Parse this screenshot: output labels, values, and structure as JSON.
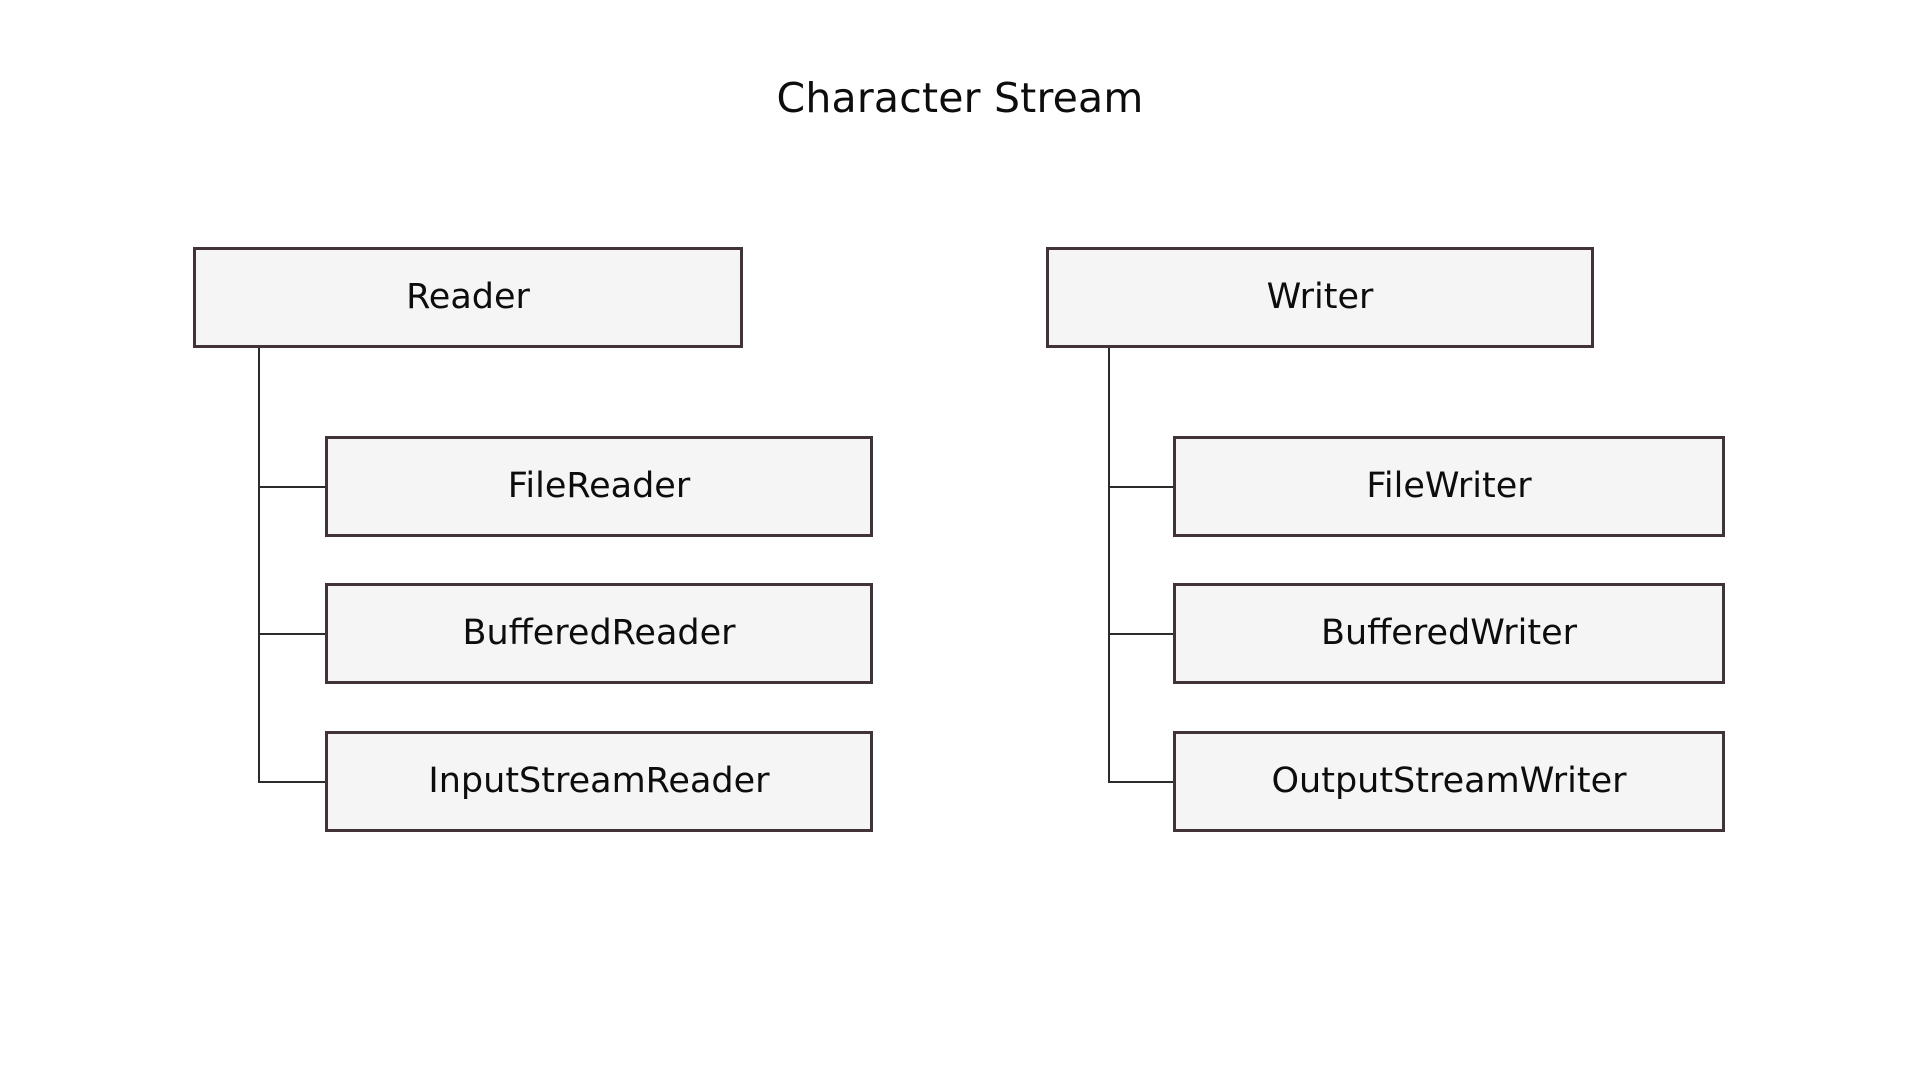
{
  "diagram": {
    "title": "Character Stream",
    "type": "class-hierarchy-tree",
    "colors": {
      "background": "#ffffff",
      "node_fill": "#f5f5f5",
      "node_border": "#413338",
      "connector": "#2b2b2b",
      "text": "#0d0d0d"
    },
    "trees": [
      {
        "id": "reader-tree",
        "root": {
          "label": "Reader"
        },
        "children": [
          {
            "label": "FileReader"
          },
          {
            "label": "BufferedReader"
          },
          {
            "label": "InputStreamReader"
          }
        ]
      },
      {
        "id": "writer-tree",
        "root": {
          "label": "Writer"
        },
        "children": [
          {
            "label": "FileWriter"
          },
          {
            "label": "BufferedWriter"
          },
          {
            "label": "OutputStreamWriter"
          }
        ]
      }
    ]
  }
}
